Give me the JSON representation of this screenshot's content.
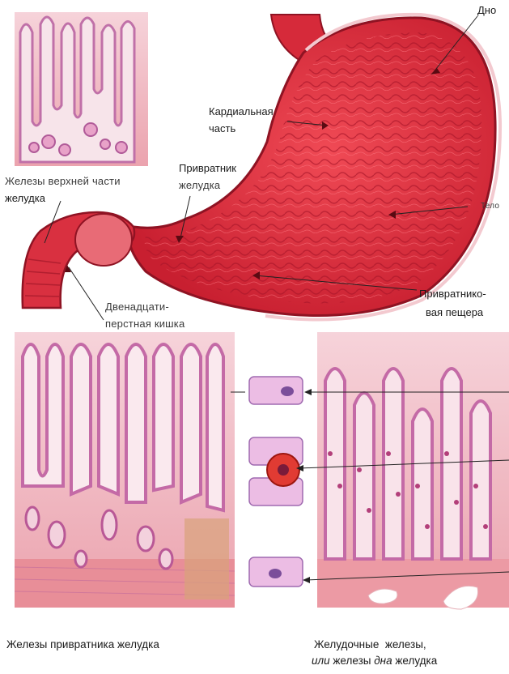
{
  "labels": {
    "fundus": "Дно",
    "cardia_1": "Кардиальная",
    "cardia_2": "часть",
    "pylorus_1": "Привратник",
    "pylorus_2": "желудка",
    "upper_glands_1": "Железы верхней части",
    "upper_glands_2": "желудка",
    "body": "Тело",
    "antrum_1": "Привратнико-",
    "antrum_2": "вая пещера",
    "duodenum_1": "Двенадцати-",
    "duodenum_2": "перстная кишка"
  },
  "captions": {
    "pyloric_glands": "Железы привратника желудка",
    "gastric_glands_1": "Желудочные  железы,",
    "gastric_glands_2_a": "или",
    "gastric_glands_2_b": " железы ",
    "gastric_glands_2_c": "дна",
    "gastric_glands_2_d": " желудка"
  },
  "colors": {
    "stomach": "#e0303f",
    "stomach_dark": "#b81c2c",
    "tissue": "#f0b3bd",
    "gland": "#d98fc0",
    "cell": "#e9b6e0"
  }
}
